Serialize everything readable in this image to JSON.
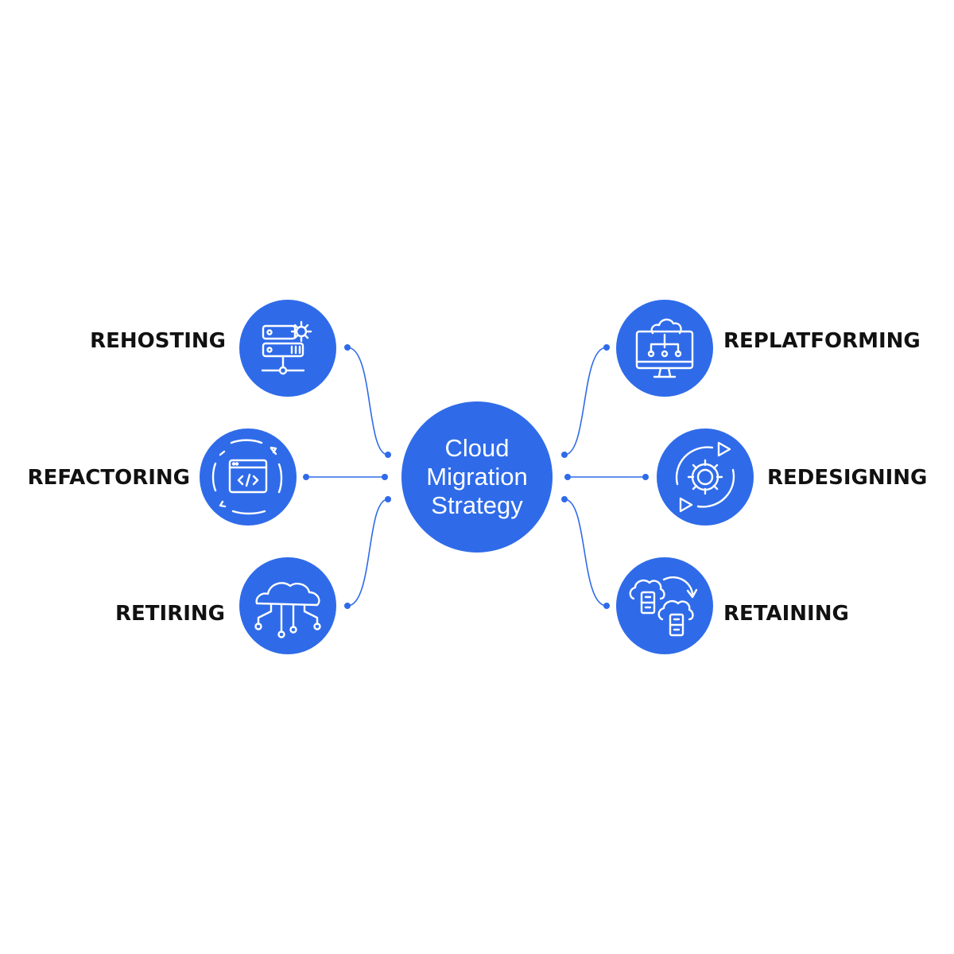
{
  "center": {
    "line1": "Cloud",
    "line2": "Migration",
    "line3": "Strategy"
  },
  "nodes": [
    {
      "label": "REHOSTING",
      "icon": "server-gear-icon"
    },
    {
      "label": "REFACTORING",
      "icon": "code-refresh-icon"
    },
    {
      "label": "RETIRING",
      "icon": "cloud-network-icon"
    },
    {
      "label": "REPLATFORMING",
      "icon": "monitor-cloud-icon"
    },
    {
      "label": "REDESIGNING",
      "icon": "gear-cycle-icon"
    },
    {
      "label": "RETAINING",
      "icon": "cloud-storage-transfer-icon"
    }
  ],
  "colors": {
    "accent": "#2f6be9",
    "text": "#111111",
    "background": "#ffffff"
  }
}
